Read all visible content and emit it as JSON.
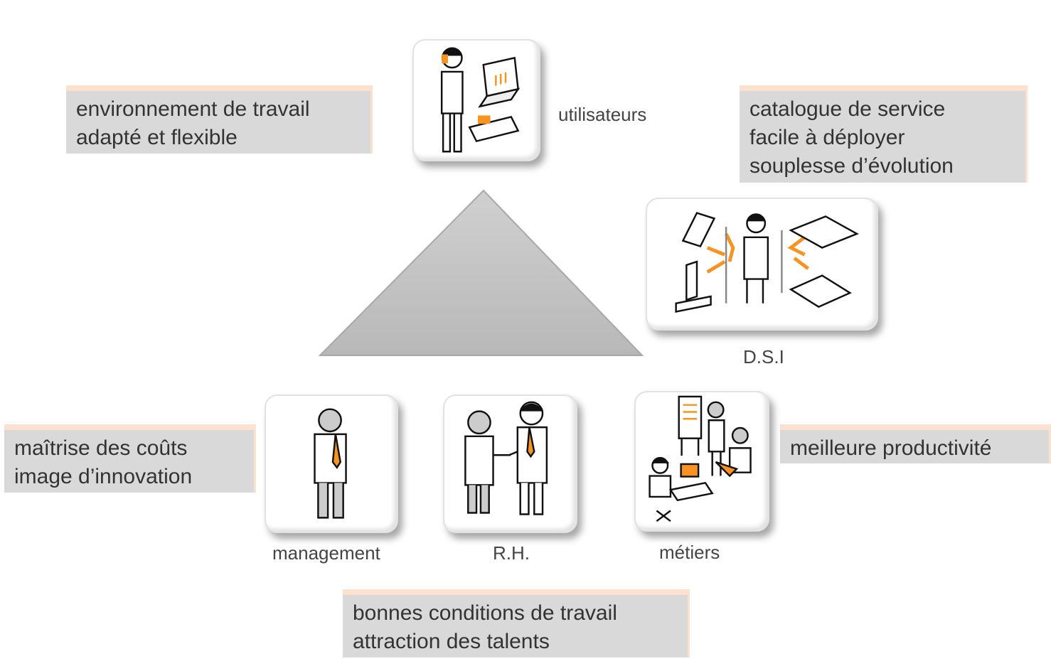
{
  "roles": {
    "utilisateurs": "utilisateurs",
    "dsi": "D.S.I",
    "management": "management",
    "rh": "R.H.",
    "metiers": "métiers"
  },
  "benefits": {
    "utilisateurs": [
      "environnement  de travail",
      "adapté et flexible"
    ],
    "dsi": [
      "catalogue de service",
      "facile à déployer",
      "souplesse d’évolution"
    ],
    "management": [
      "maîtrise des coûts",
      "image d’innovation"
    ],
    "metiers": [
      "meilleure productivité"
    ],
    "rh": [
      "bonnes conditions de travail",
      "attraction des talents"
    ]
  },
  "colors": {
    "accent": "#f7931e",
    "box": "#d9d9d9",
    "box_edge": "#fde1cf",
    "triangle": "#c4c4c4"
  }
}
